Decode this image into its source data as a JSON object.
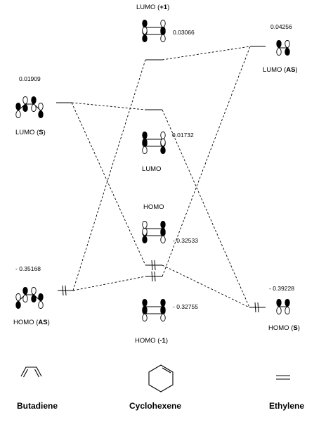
{
  "molecules": {
    "butadiene": {
      "name": "Butadiene",
      "lumo": {
        "prefix": "LUMO (",
        "tag": "S",
        "suffix": ")",
        "energy": "0.01909"
      },
      "homo": {
        "prefix": "HOMO (",
        "tag": "AS",
        "suffix": ")",
        "energy": "- 0.35168"
      }
    },
    "cyclohexene": {
      "name": "Cyclohexene",
      "lumo_plus1": {
        "prefix": "LUMO (",
        "tag": "+1",
        "suffix": ")",
        "energy": "0.03066"
      },
      "lumo": {
        "label": "LUMO",
        "energy": "0.01732"
      },
      "homo": {
        "label": "HOMO",
        "energy": "- 0.32533"
      },
      "homo_minus1": {
        "prefix": "HOMO (",
        "tag": "-1",
        "suffix": ")",
        "energy": "- 0.32755"
      }
    },
    "ethylene": {
      "name": "Ethylene",
      "lumo": {
        "prefix": "LUMO (",
        "tag": "AS",
        "suffix": ")",
        "energy": "0.04256"
      },
      "homo": {
        "prefix": "HOMO (",
        "tag": "S",
        "suffix": ")",
        "energy": "- 0.39228"
      }
    }
  }
}
